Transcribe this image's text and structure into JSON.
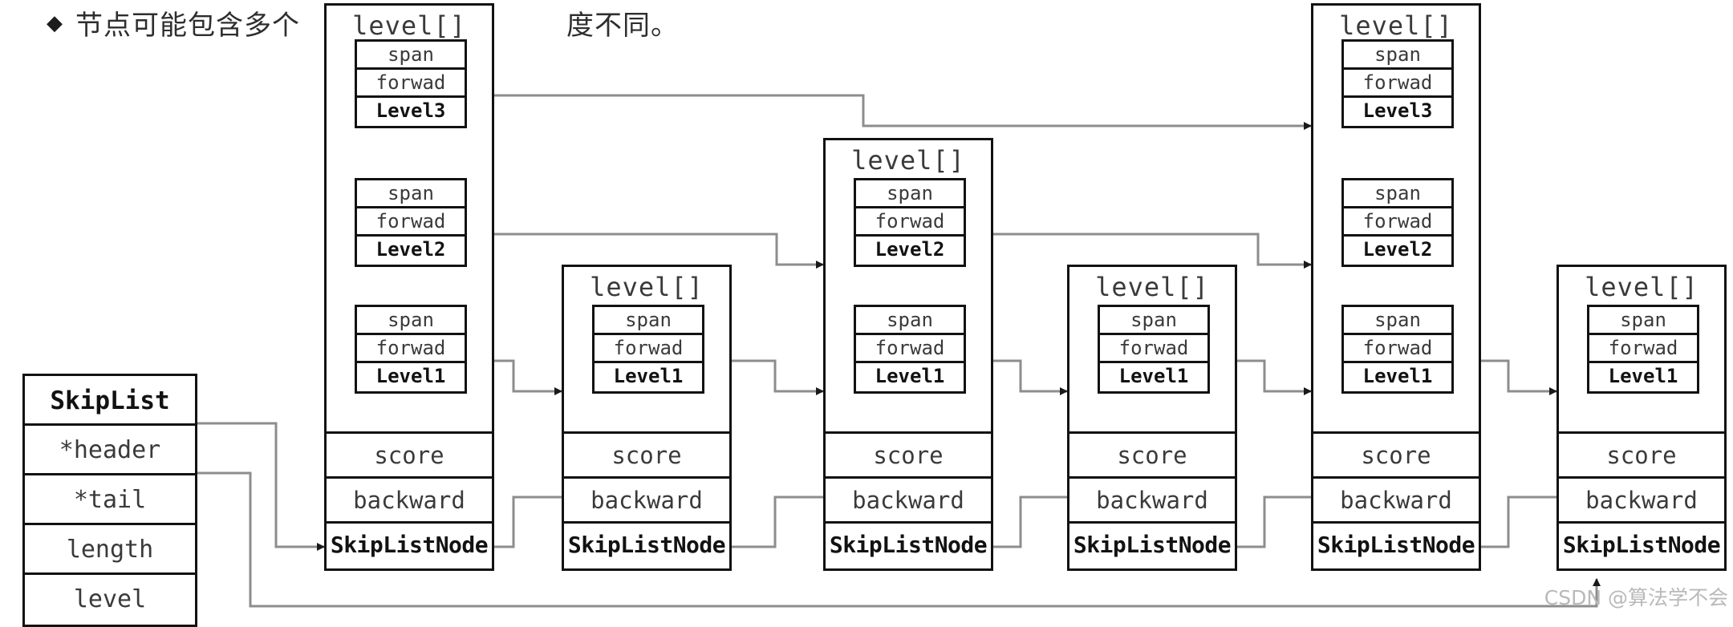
{
  "headline": {
    "bullet": "◆",
    "text_before": "节点可能包含多个",
    "text_after": "度不同。"
  },
  "skiplist": {
    "title": "SkipList",
    "fields": [
      {
        "label": "*header"
      },
      {
        "label": "*tail"
      },
      {
        "label": "length"
      },
      {
        "label": "level"
      }
    ]
  },
  "labels": {
    "levels_title": "level[]",
    "span": "span",
    "forward": "forwad",
    "score": "score",
    "backward": "backward",
    "nodename": "SkipListNode",
    "level3": "Level3",
    "level2": "Level2",
    "level1": "Level1"
  },
  "nodes": [
    {
      "id": "node-1",
      "levels": [
        "Level3",
        "Level2",
        "Level1"
      ],
      "score": "score",
      "backward": "backward",
      "name": "SkipListNode"
    },
    {
      "id": "node-2",
      "levels": [
        "Level1"
      ],
      "score": "score",
      "backward": "backward",
      "name": "SkipListNode"
    },
    {
      "id": "node-3",
      "levels": [
        "Level2",
        "Level1"
      ],
      "score": "score",
      "backward": "backward",
      "name": "SkipListNode"
    },
    {
      "id": "node-4",
      "levels": [
        "Level1"
      ],
      "score": "score",
      "backward": "backward",
      "name": "SkipListNode"
    },
    {
      "id": "node-5",
      "levels": [
        "Level3",
        "Level2",
        "Level1"
      ],
      "score": "score",
      "backward": "backward",
      "name": "SkipListNode"
    },
    {
      "id": "node-6",
      "levels": [
        "Level1"
      ],
      "score": "score",
      "backward": "backward",
      "name": "SkipListNode"
    }
  ],
  "watermark": "CSDN @算法学不会",
  "colors": {
    "stroke": "#121212",
    "wire": "#8d8d8d",
    "text": "#3a3a3a",
    "background": "#ffffff"
  }
}
